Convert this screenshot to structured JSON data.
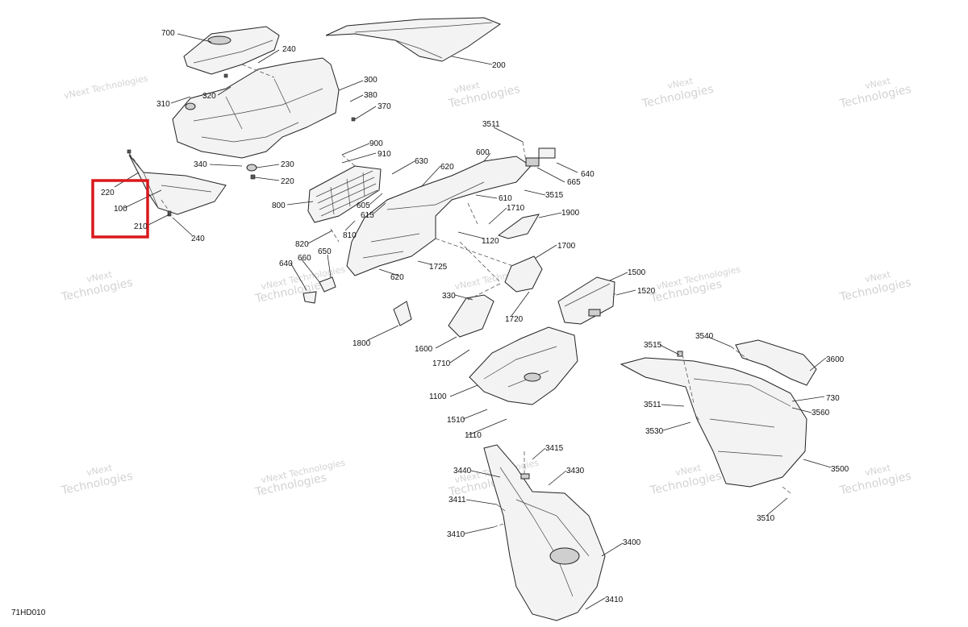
{
  "diagram": {
    "drawing_code": "71HD010",
    "watermark_line1": "vNext",
    "watermark_line2": "Technologies",
    "watermark_small": "vNext Technologies",
    "callouts": {
      "c700": "700",
      "c240a": "240",
      "c200": "200",
      "c300": "300",
      "c310": "310",
      "c320": "320",
      "c380": "380",
      "c370": "370",
      "c340": "340",
      "c230": "230",
      "c220a": "220",
      "c220b": "220",
      "c100": "100",
      "c210": "210",
      "c240b": "240",
      "c3511a": "3511",
      "c600": "600",
      "c640a": "640",
      "c665": "665",
      "c3515a": "3515",
      "c900": "900",
      "c910": "910",
      "c630": "630",
      "c620a": "620",
      "c610": "610",
      "c800": "800",
      "c605": "605",
      "c615": "615",
      "c1710a": "1710",
      "c1900": "1900",
      "c810": "810",
      "c820": "820",
      "c1120": "1120",
      "c640b": "640",
      "c660": "660",
      "c650": "650",
      "c1700": "1700",
      "c1725": "1725",
      "c620b": "620",
      "c1500": "1500",
      "c1520": "1520",
      "c330": "330",
      "c1720": "1720",
      "c1800": "1800",
      "c1600": "1600",
      "c1710b": "1710",
      "c3515b": "3515",
      "c3540": "3540",
      "c3600": "3600",
      "c730": "730",
      "c3511b": "3511",
      "c3560": "3560",
      "c3530": "3530",
      "c1100": "1100",
      "c1510": "1510",
      "c1110": "1110",
      "c3500": "3500",
      "c3510": "3510",
      "c3415": "3415",
      "c3440": "3440",
      "c3430": "3430",
      "c3411": "3411",
      "c3410a": "3410",
      "c3400": "3400",
      "c3410b": "3410"
    }
  }
}
